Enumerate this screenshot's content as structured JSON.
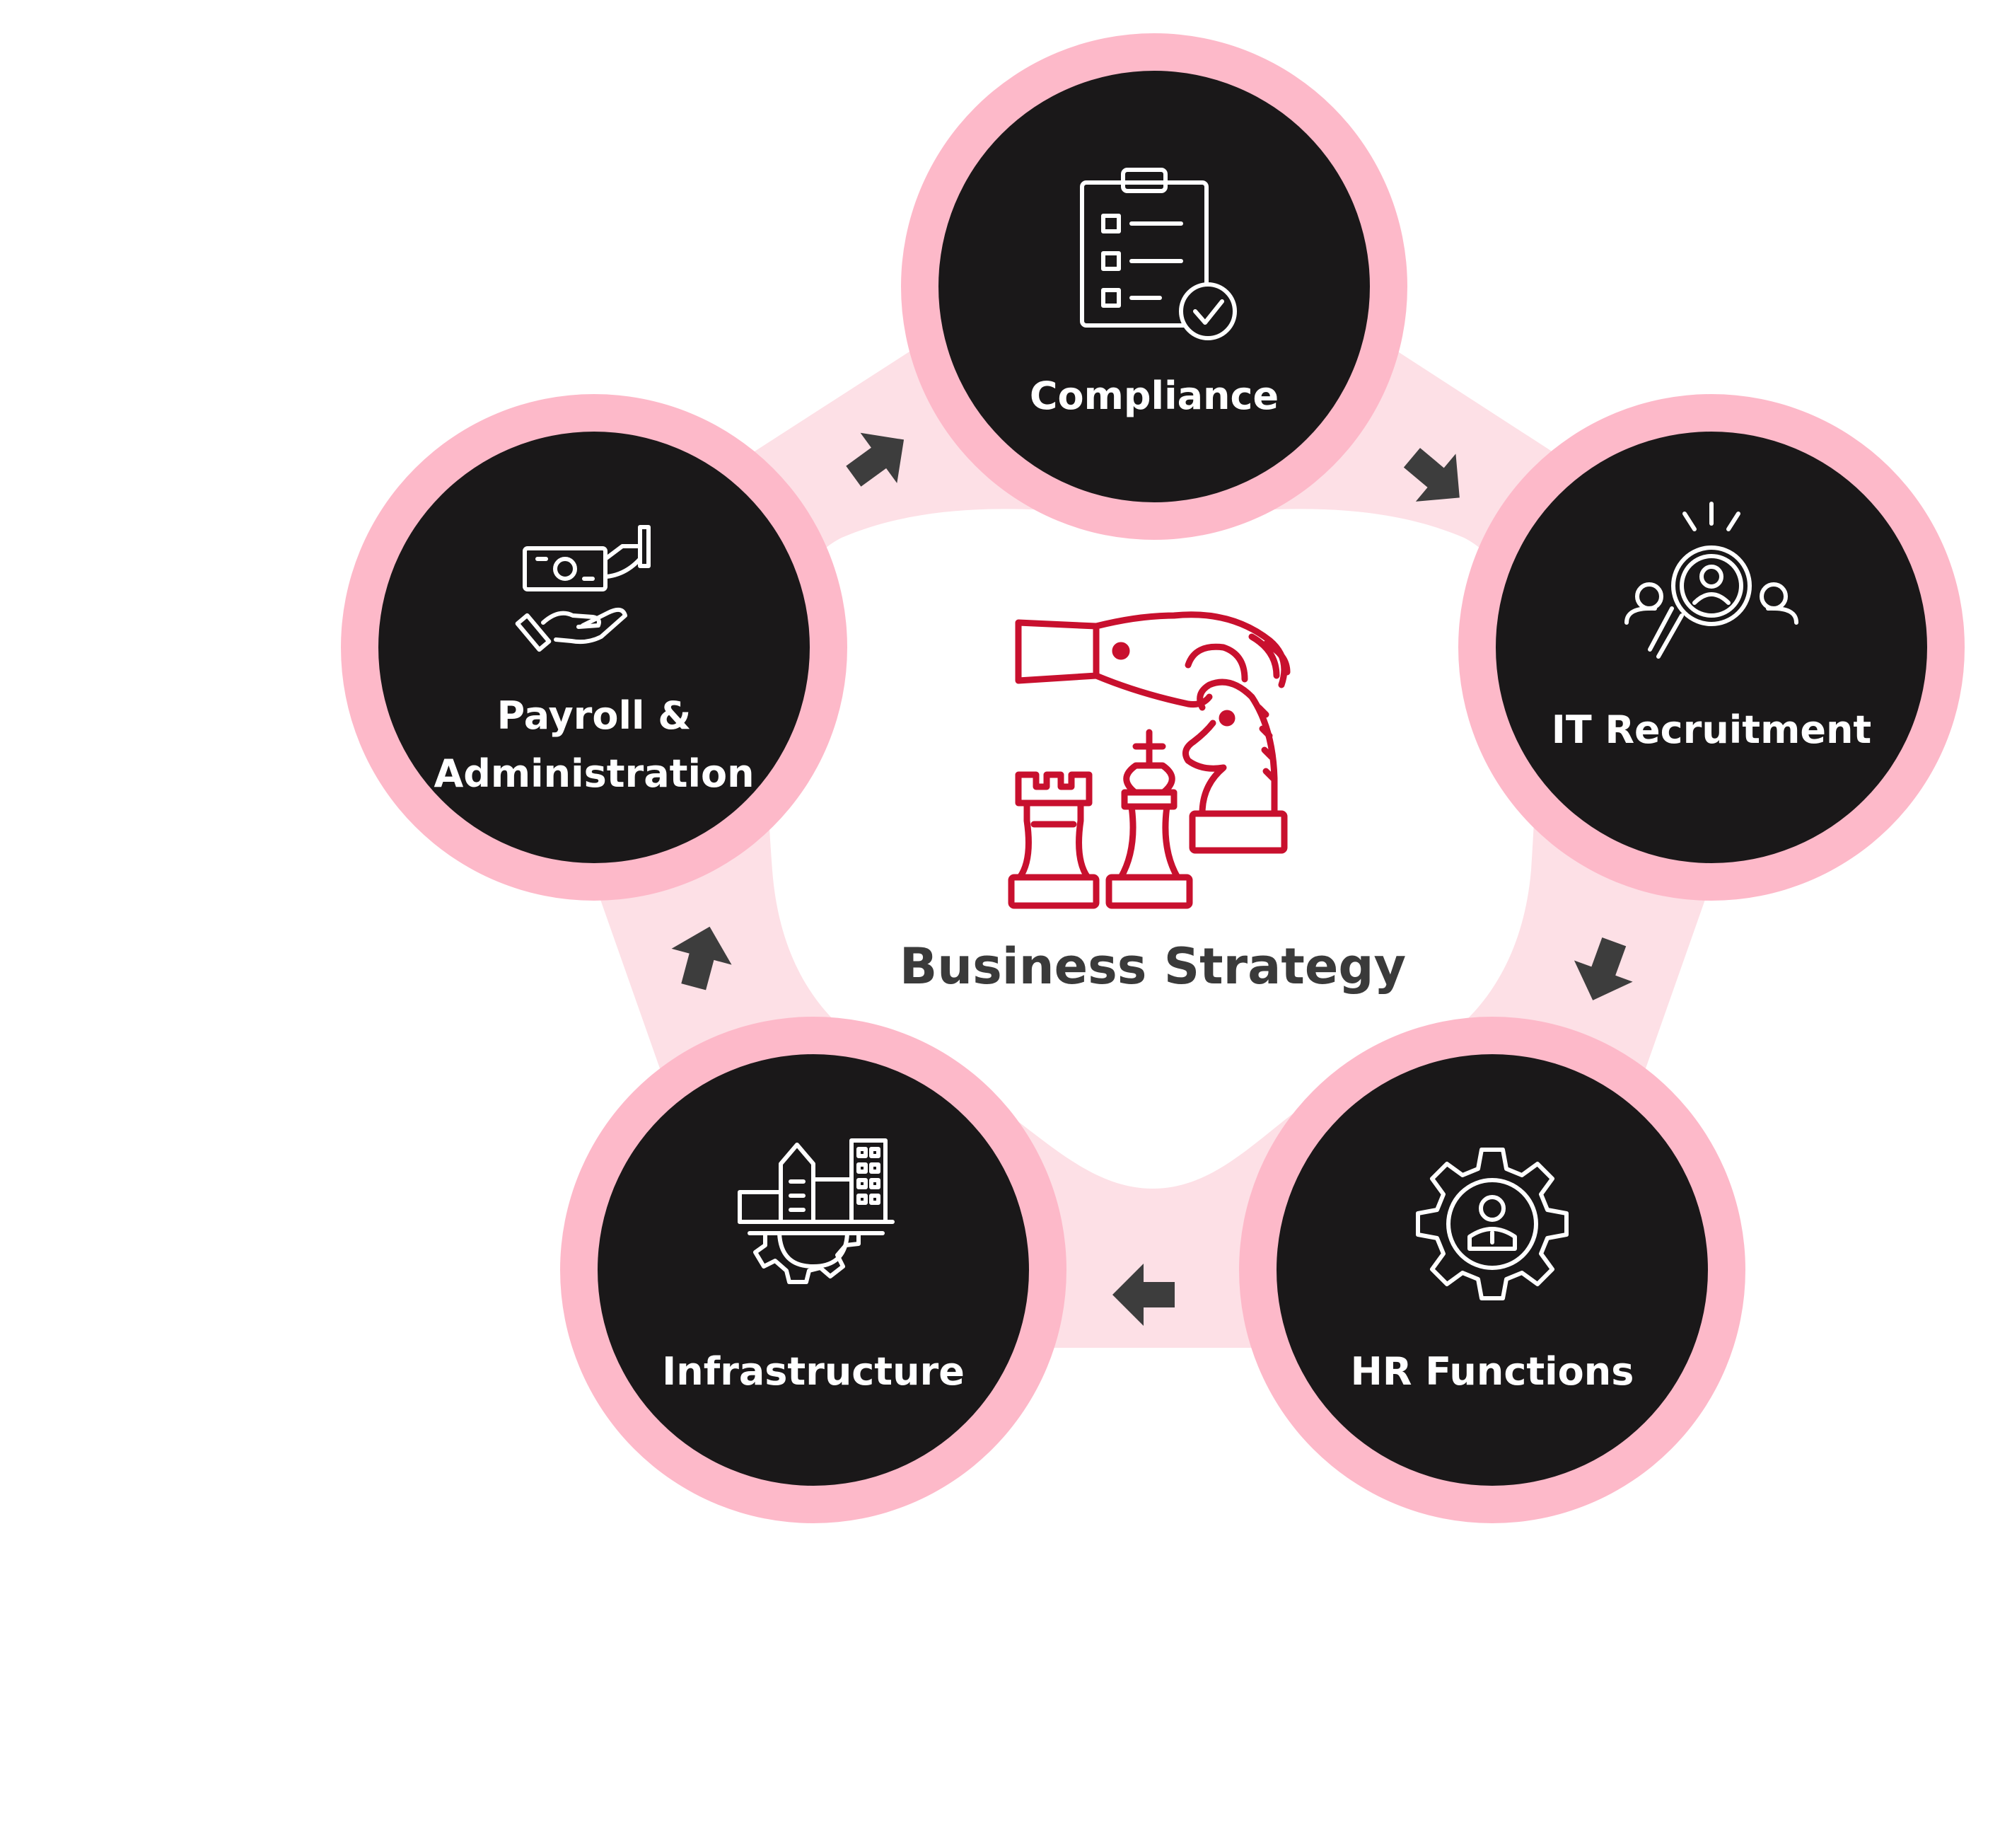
{
  "diagram": {
    "center": {
      "label": "Business Strategy",
      "icon": "chess-strategy-icon"
    },
    "nodes": [
      {
        "id": "compliance",
        "label": "Compliance",
        "icon": "clipboard-check-icon"
      },
      {
        "id": "it-recruitment",
        "label": "IT Recruitment",
        "icon": "talent-search-icon"
      },
      {
        "id": "hr-functions",
        "label": "HR Functions",
        "icon": "gear-person-icon"
      },
      {
        "id": "infrastructure",
        "label": "Infrastructure",
        "icon": "buildings-gear-icon"
      },
      {
        "id": "payroll",
        "label_line1": "Payroll &",
        "label_line2": "Administration",
        "icon": "money-hand-icon"
      }
    ],
    "flow_direction": "clockwise",
    "colors": {
      "node_fill": "#1a1819",
      "node_ring": "#fdb9c9",
      "band": "#fde0e6",
      "arrow": "#3d3d3d",
      "accent": "#c8102e",
      "center_text": "#3a3a3a"
    }
  }
}
